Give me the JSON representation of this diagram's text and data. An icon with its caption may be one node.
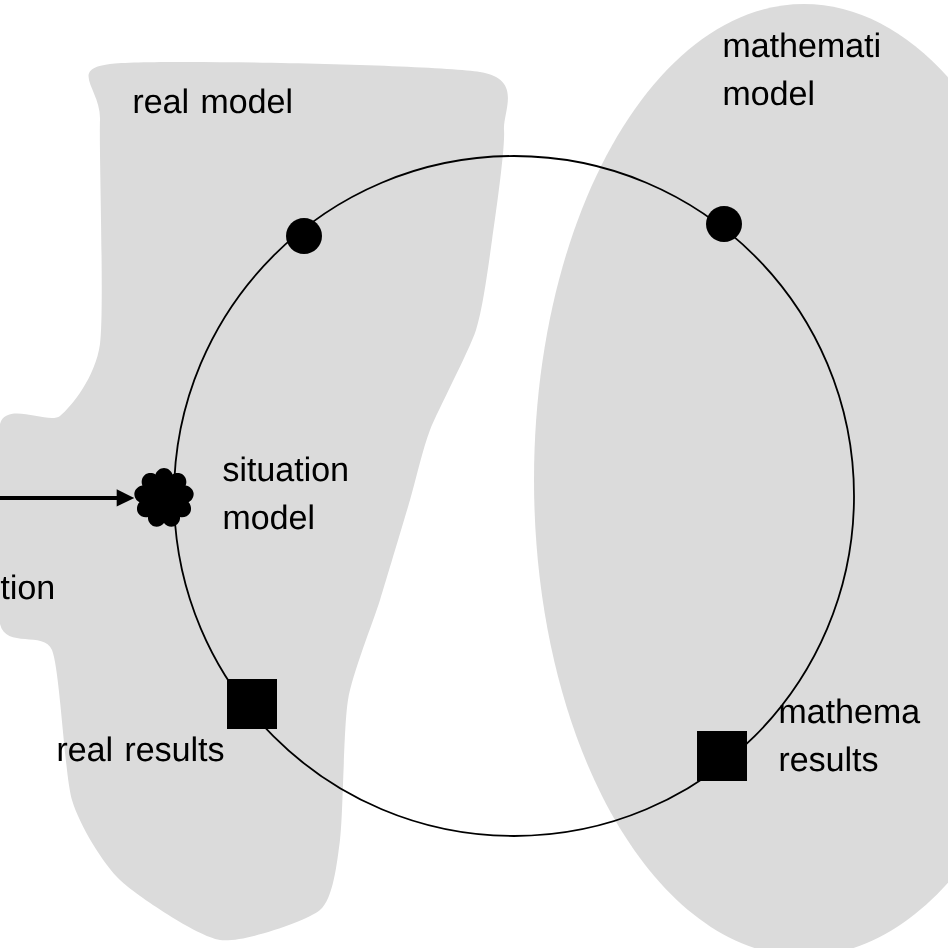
{
  "diagram": {
    "nodes": [
      {
        "text": [],
        "shape": "circle",
        "beside": [
          "real model"
        ]
      },
      {
        "text": [],
        "shape": "circle",
        "beside": [
          "mathemati model"
        ]
      },
      {
        "text": [],
        "shape": "cloud",
        "beside": [
          "situation model"
        ]
      },
      {
        "text": [],
        "shape": "box",
        "beside": [
          "real results"
        ]
      },
      {
        "text": [],
        "shape": "box",
        "beside": [
          "mathema results"
        ]
      }
    ],
    "edges": [
      {
        "from": null,
        "to": 2,
        "arrow": "to"
      }
    ],
    "labels": [
      "tion"
    ]
  }
}
